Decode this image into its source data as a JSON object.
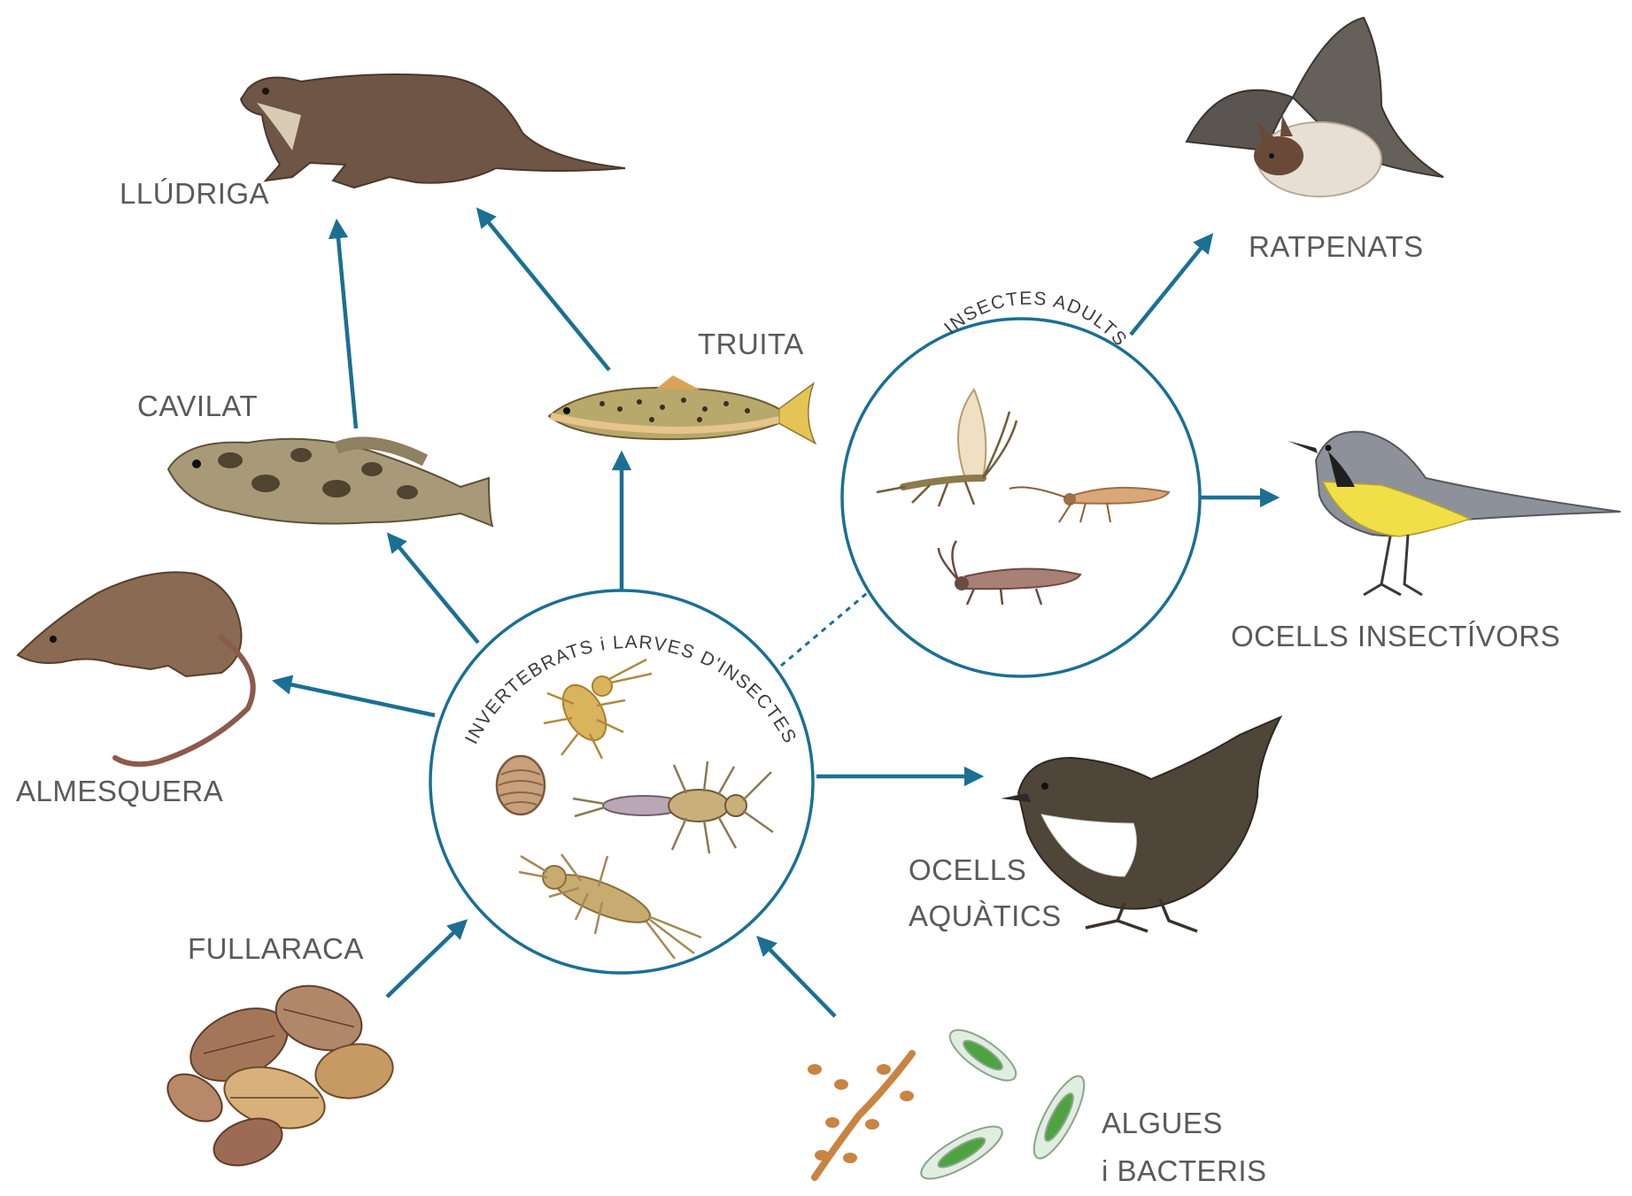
{
  "colors": {
    "arrow": "#1b6f94",
    "label": "#5a5a5a"
  },
  "hubs": {
    "larvae": {
      "title": "INVERTEBRATS i LARVES D'INSECTES"
    },
    "adults": {
      "title": "INSECTES ADULTS"
    }
  },
  "labels": {
    "otter": "LLÚDRIGA",
    "trout": "TRUITA",
    "sculpin": "CAVILAT",
    "bats": "RATPENATS",
    "insectivorous_birds": "OCELLS INSECTÍVORS",
    "shrew": "ALMESQUERA",
    "aquatic_birds_line1": "OCELLS",
    "aquatic_birds_line2": "AQUÀTICS",
    "leaf_litter": "FULLARACA",
    "algae_line1": "ALGUES",
    "algae_line2": "i BACTERIS"
  },
  "icons": {
    "otter": "otter-icon",
    "bat": "bat-icon",
    "trout": "trout-icon",
    "sculpin": "sculpin-fish-icon",
    "wagtail": "wagtail-bird-icon",
    "shrew": "water-shrew-icon",
    "dipper": "dipper-bird-icon",
    "leaves": "leaf-litter-icon",
    "algae": "algae-bacteria-icon",
    "mayfly": "mayfly-icon",
    "caddisfly": "caddisfly-icon",
    "stonefly": "stonefly-icon",
    "clam": "clam-icon",
    "nymph": "nymph-larva-icon"
  }
}
